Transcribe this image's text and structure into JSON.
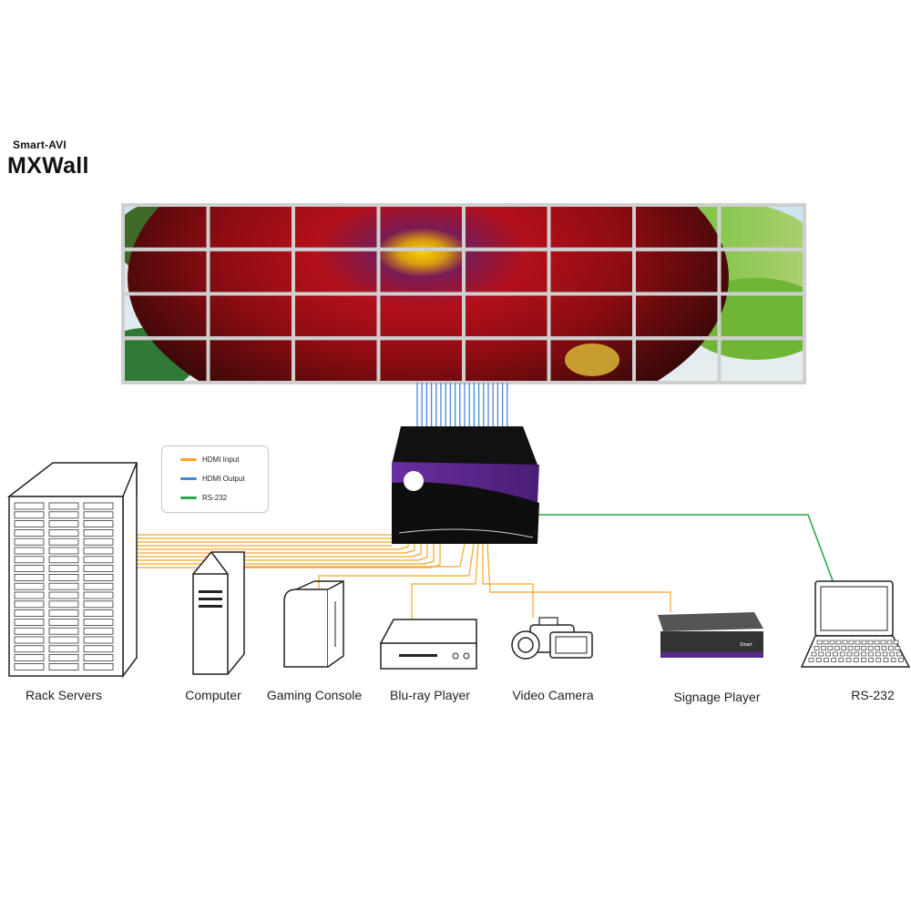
{
  "brand": {
    "company": "Smart-AVI",
    "product": "MXWall"
  },
  "legend": {
    "items": [
      {
        "label": "HDMI Input",
        "color": "#f5a623"
      },
      {
        "label": "HDMI Output",
        "color": "#4a86d8"
      },
      {
        "label": "RS-232",
        "color": "#2aa84a"
      }
    ]
  },
  "video_wall": {
    "columns": 8,
    "rows": 4
  },
  "devices": {
    "rack_servers": "Rack Servers",
    "computer": "Computer",
    "gaming_console": "Gaming Console",
    "bluray_player": "Blu-ray Player",
    "video_camera": "Video Camera",
    "signage_player": "Signage Player",
    "rs232": "RS-232"
  },
  "colors": {
    "hdmi_input": "#f5a623",
    "hdmi_output": "#4a86d8",
    "rs232": "#2aa84a",
    "device_purple": "#5b2a86"
  }
}
